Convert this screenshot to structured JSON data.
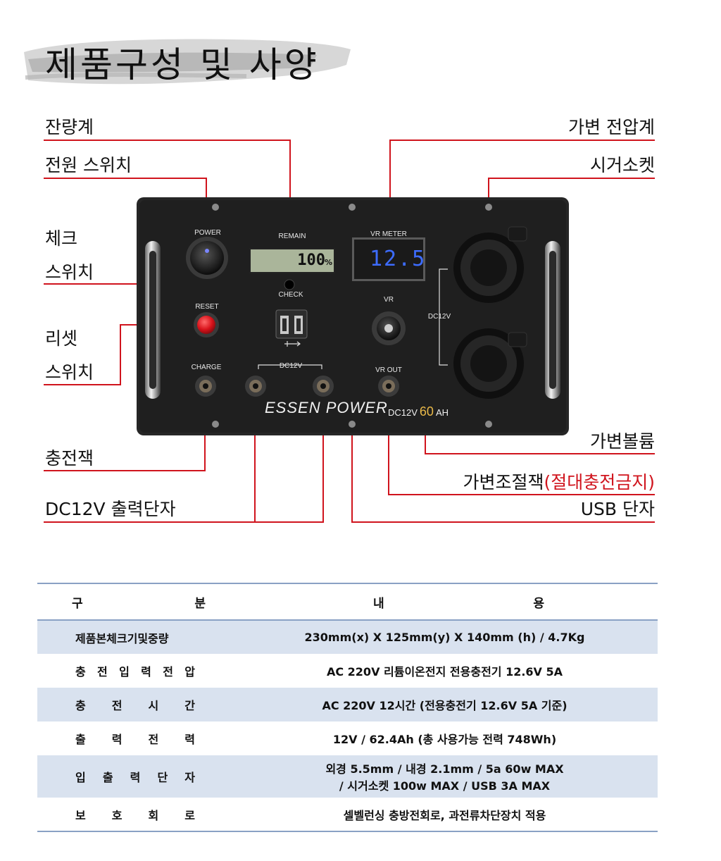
{
  "page_title": "제품구성 및 사양",
  "labels": {
    "remain_meter": "잔량계",
    "power_switch": "전원 스위치",
    "check_switch_1": "체크",
    "check_switch_2": "스위치",
    "reset_switch_1": "리셋",
    "reset_switch_2": "스위치",
    "charge_jack": "충전잭",
    "dc12v_output": "DC12V 출력단자",
    "vr_meter": "가변 전압계",
    "cigar_socket": "시거소켓",
    "vr_volume": "가변볼륨",
    "vr_jack": "가변조절잭",
    "vr_jack_warning": "(절대충전금지)",
    "usb_port": "USB 단자"
  },
  "panel": {
    "power": "POWER",
    "remain": "REMAIN",
    "remain_value": "100",
    "remain_unit": "%",
    "vr_meter": "VR METER",
    "vr_meter_value": "12.5",
    "check": "CHECK",
    "reset": "RESET",
    "vr": "VR",
    "dc12v_side": "DC12V",
    "charge": "CHARGE",
    "dc12v_out": "DC12V",
    "vr_out": "VR OUT",
    "brand": "ESSEN POWER",
    "spec_prefix": "DC12V",
    "capacity": "60",
    "spec_suffix": "AH"
  },
  "spec_table": {
    "header": {
      "key_chars": [
        "구",
        "분"
      ],
      "value_chars": [
        "내",
        "용"
      ]
    },
    "rows": [
      {
        "key": [
          "제품본체크기및중량"
        ],
        "value": [
          "230mm(x) X 125mm(y) X 140mm (h) / 4.7Kg"
        ]
      },
      {
        "key": [
          "충",
          "전",
          "입",
          "력",
          "전",
          "압"
        ],
        "value": [
          "AC 220V 리튬이온전지 전용충전기 12.6V 5A"
        ]
      },
      {
        "key": [
          "충",
          "전",
          "시",
          "간"
        ],
        "value": [
          "AC 220V 12시간 (전용충전기 12.6V 5A 기준)"
        ]
      },
      {
        "key": [
          "출",
          "력",
          "전",
          "력"
        ],
        "value": [
          "12V / 62.4Ah (총 사용가능 전력 748Wh)"
        ]
      },
      {
        "key": [
          "입",
          "출",
          "력",
          "단",
          "자"
        ],
        "value": [
          "외경 5.5mm / 내경 2.1mm / 5a 60w MAX",
          "/ 시거소켓 100w MAX / USB 3A MAX"
        ]
      },
      {
        "key": [
          "보",
          "호",
          "회",
          "로"
        ],
        "value": [
          "셀벨런싱 충방전회로, 과전류차단장치 적용"
        ]
      }
    ]
  },
  "colors": {
    "callout_line": "#d0141d",
    "warning_text": "#d0141d",
    "table_stripe": "#d9e2ef",
    "table_rule": "#8aa1c4",
    "panel_face": "#222222"
  }
}
